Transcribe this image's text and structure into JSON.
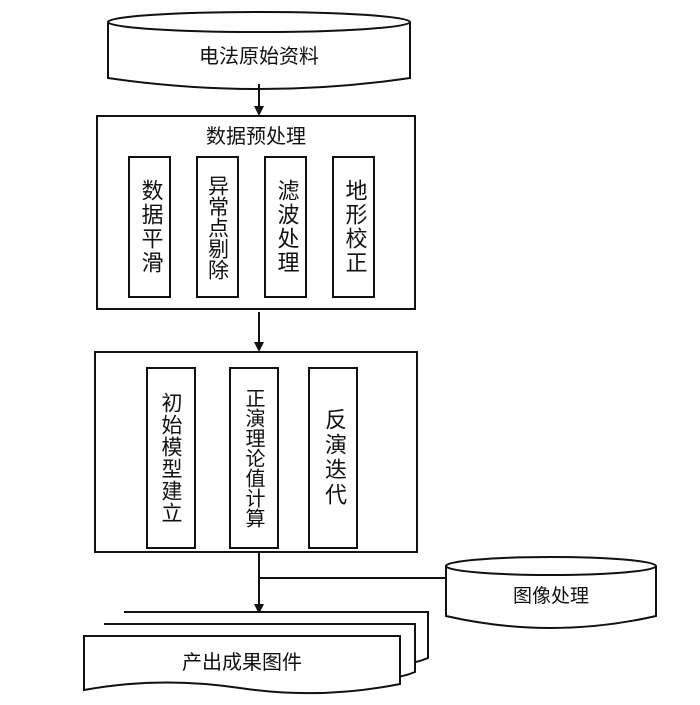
{
  "source": {
    "label": "电法原始资料"
  },
  "preprocess": {
    "title": "数据预处理",
    "steps": [
      "数据平滑",
      "异常点剔除",
      "滤波处理",
      "地形校正"
    ]
  },
  "modeling": {
    "steps": [
      "初始模型建立",
      "正演理论值计算",
      "反演迭代"
    ]
  },
  "image_processing": {
    "label": "图像处理"
  },
  "output": {
    "label": "产出成果图件"
  }
}
